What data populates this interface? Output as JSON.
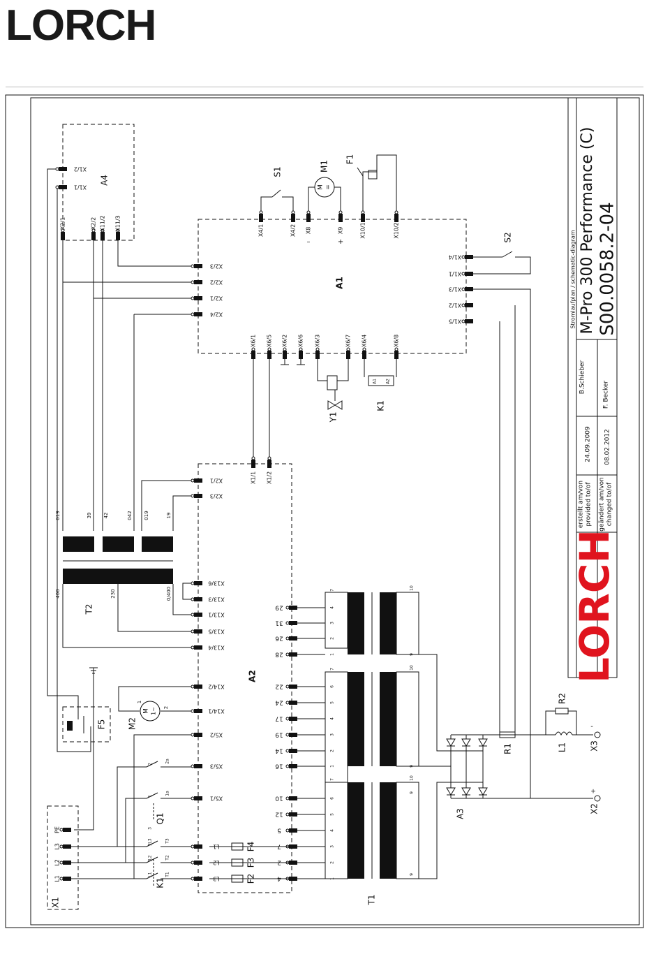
{
  "brand": "LORCH",
  "title_block": {
    "brand": "LORCH",
    "header_label": "Stromlaufplan / schematic-diagram",
    "product_title": "M-Pro 300 Performance (C)",
    "document_number": "S00.0058.2-04",
    "created_label_1": "erstellt am/von",
    "created_label_2": "provided to/of",
    "created_date": "24.09.2009",
    "created_by": "B.Schieber",
    "changed_label_1": "geändert am/von",
    "changed_label_2": "changed to/of",
    "changed_date": "08.02.2012",
    "changed_by": "F. Becker"
  },
  "components": {
    "a1": "A1",
    "a2": "A2",
    "a3": "A3",
    "a4": "A4",
    "t1": "T1",
    "t2": "T2",
    "x1": "X1",
    "x2": "X2",
    "x3": "X3",
    "q1": "Q1",
    "k1": "K1",
    "m1": "M1",
    "m2": "M2",
    "f1": "F1",
    "f2": "F2",
    "f3": "F3",
    "f4": "F4",
    "f5": "F5",
    "r1": "R1",
    "r2": "R2",
    "l1": "L1",
    "s1": "S1",
    "s2": "S2",
    "y1": "Y1"
  },
  "misc": {
    "x2_plus": "+",
    "x3_minus": "-",
    "x8_minus": "–",
    "x9_plus": "+",
    "motor_m": "M",
    "motor_eq": "=",
    "motor_ac": "1~",
    "k1_a1": "A1",
    "k1_a2": "A2"
  },
  "a4_terminals": {
    "x1_2": "X1/2",
    "x1_1": "X1/1",
    "x2_1": "X2/1",
    "x2_2": "X2/2",
    "x11_2": "X11/2",
    "x11_3": "X11/3"
  },
  "a1_top_terminals": [
    "X4/1",
    "X4/2",
    "X8",
    "X9",
    "X10/1",
    "X10/2"
  ],
  "a1_left_terminals": [
    "X2/3",
    "X2/2",
    "X2/1",
    "X2/4"
  ],
  "a1_right_terminals": [
    "X1/4",
    "X1/1",
    "X1/3",
    "X1/2",
    "X1/5"
  ],
  "a1_bottom_terminals": [
    "X6/1",
    "X6/5",
    "X6/2",
    "X6/6",
    "X6/3",
    "X6/7",
    "X6/4",
    "X6/8"
  ],
  "a2_top_terminals": [
    "X1/1",
    "X1/2"
  ],
  "a2_left_terminals": [
    "X2/1",
    "X2/3",
    "X13/6",
    "X13/3",
    "X13/1",
    "X13/5",
    "X13/4",
    "X14/2",
    "X14/1",
    "X5/2",
    "X5/3",
    "X5/1",
    "L1",
    "L2",
    "L3"
  ],
  "a2_right_terminals": [
    "29",
    "31",
    "26",
    "28",
    "22",
    "24",
    "17",
    "19",
    "14",
    "16",
    "10",
    "12",
    "5",
    "7",
    "2",
    "4"
  ],
  "t2_taps": [
    "019",
    "39",
    "42",
    "042",
    "019",
    "19"
  ],
  "t2_primary_taps": [
    "400",
    "230",
    "0/400"
  ],
  "x1_terminals": [
    "PE",
    "L3",
    "L2",
    "L1"
  ],
  "t1_upper_numbers": [
    "7",
    "4",
    "3",
    "2",
    "1",
    "7",
    "6",
    "5",
    "4",
    "3",
    "2",
    "1",
    "7",
    "6",
    "5",
    "4",
    "3",
    "2",
    "1"
  ],
  "t1_lower_numbers": [
    "10",
    "9",
    "10",
    "9",
    "10",
    "9",
    "9"
  ],
  "contact_labels": {
    "k1_1": "1",
    "k1_2": "2",
    "k1_3": "3",
    "k1_t1": "T1",
    "k1_t2": "T2",
    "k1_t3": "T3",
    "k1_l1": "L1",
    "k1_l2": "L2",
    "k1_l3": "L3",
    "q1_1": "1",
    "q1_1a": "1a",
    "q1_2": "2",
    "q1_2a": "2a",
    "m2_1": "1",
    "m2_2": "2"
  }
}
